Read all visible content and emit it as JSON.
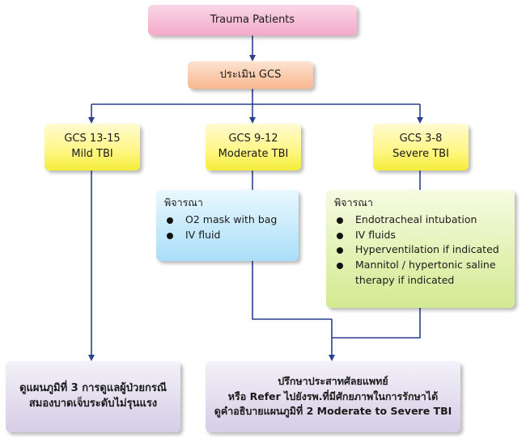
{
  "nodes": {
    "trauma": "Trauma Patients",
    "gcs_assess": "ประเมิน GCS",
    "mild": {
      "line1": "GCS 13-15",
      "line2": "Mild TBI"
    },
    "moderate": {
      "line1": "GCS 9-12",
      "line2": "Moderate TBI"
    },
    "severe": {
      "line1": "GCS 3-8",
      "line2": "Severe TBI"
    },
    "consider_moderate": {
      "heading": "พิจารณา",
      "items": [
        "O2 mask with bag",
        "IV fluid"
      ]
    },
    "consider_severe": {
      "heading": "พิจารณา",
      "items": [
        "Endotracheal intubation",
        "IV fluids",
        "Hyperventilation if indicated",
        "Mannitol / hypertonic saline therapy if indicated"
      ]
    },
    "mild_plan": {
      "line1": "ดูแผนภูมิที่ 3 การดูแลผู้ป่วยกรณี",
      "line2": "สมองบาดเจ็บระดับไม่รุนแรง"
    },
    "consult": {
      "line1": "ปรึกษาประสาทศัลยแพทย์",
      "line2": "หรือ Refer ไปยังรพ.ที่มีศักยภาพในการรักษาได้",
      "line3": "ดูคำอธิบายแผนภูมิที่ 2 Moderate to Severe TBI"
    }
  },
  "colors": {
    "connector": "#2b3f91",
    "trauma_fill": "#f3a9c8",
    "gcs_fill": "#f8b790",
    "gcs_level_fill": "#fff78a",
    "moderate_consider_fill": "#a9def8",
    "severe_consider_fill": "#d3ea90",
    "outcome_fill": "#d6cde6"
  }
}
